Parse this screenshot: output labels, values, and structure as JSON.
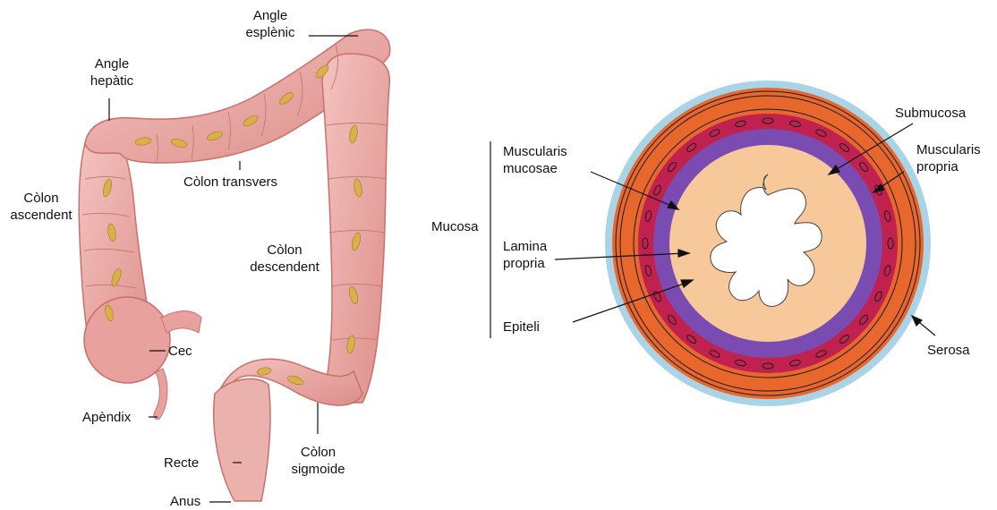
{
  "colon_labels": {
    "angle_esplenic": [
      "Angle",
      "esplènic"
    ],
    "angle_hepatic": [
      "Angle",
      "hepàtic"
    ],
    "colon_transvers": "Còlon transvers",
    "colon_ascendent": [
      "Còlon",
      "ascendent"
    ],
    "colon_descendent": [
      "Còlon",
      "descendent"
    ],
    "cec": "Cec",
    "apendix": "Apèndix",
    "recte": "Recte",
    "colon_sigmoide": [
      "Còlon",
      "sigmoide"
    ],
    "anus": "Anus"
  },
  "wall_labels": {
    "mucosa": "Mucosa",
    "muscularis_mucosae": [
      "Muscularis",
      "mucosae"
    ],
    "lamina_propria": [
      "Lamina",
      "propria"
    ],
    "epiteli": "Epiteli",
    "submucosa": "Submucosa",
    "muscularis_propria": [
      "Muscularis",
      "propria"
    ],
    "serosa": "Serosa"
  },
  "colors": {
    "serosa": "#a9d4e8",
    "muscularis_propria": "#e8672d",
    "submucosa": "#c0214f",
    "muscularis_mucosae": "#7a4bb0",
    "lamina_propria": "#f7c99a",
    "colon_tissue": "#ecaaa5",
    "colon_shadow": "#d98582",
    "vessels": "#d9b04a"
  }
}
